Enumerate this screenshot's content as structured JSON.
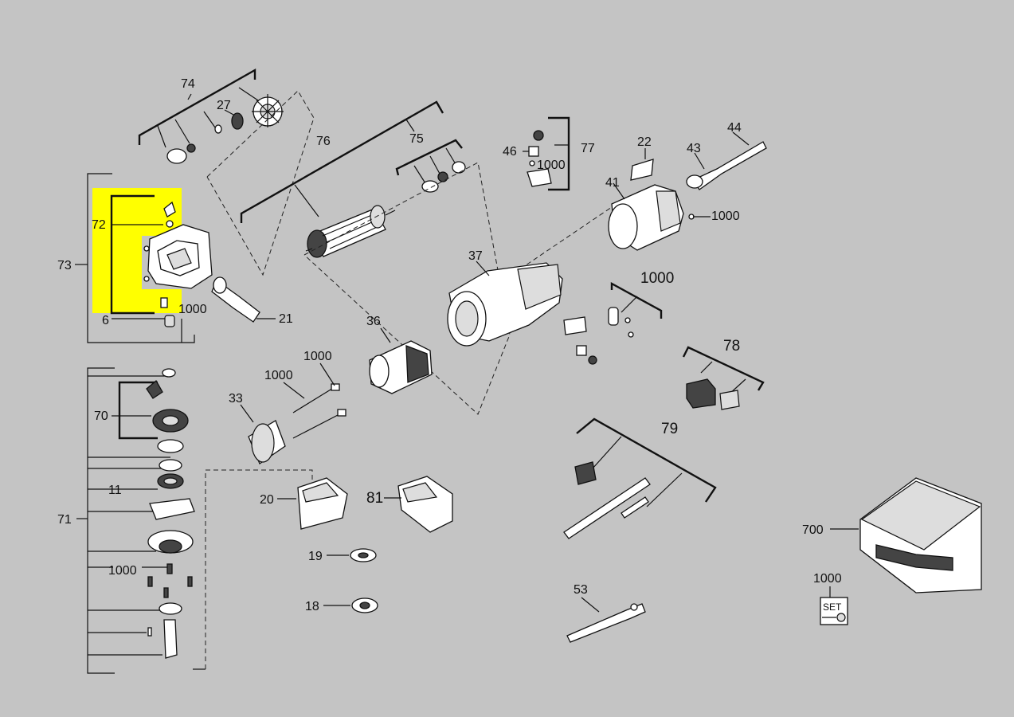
{
  "highlight_color": "#ffff00",
  "background_color": "#c4c4c4",
  "labels": {
    "p74": "74",
    "p27": "27",
    "p76": "76",
    "p75": "75",
    "p77": "77",
    "p46": "46",
    "p1000_brush": "1000",
    "p22": "22",
    "p44": "44",
    "p43": "43",
    "p41": "41",
    "p1000_rear": "1000",
    "p73": "73",
    "p72": "72",
    "p1000_head": "1000",
    "p6": "6",
    "p21": "21",
    "p37": "37",
    "p1000_switch": "1000",
    "p36": "36",
    "p1000_stator_a": "1000",
    "p1000_stator_b": "1000",
    "p33": "33",
    "p78": "78",
    "p70": "70",
    "p11": "11",
    "p71": "71",
    "p1000_gear": "1000",
    "p20": "20",
    "p81": "81",
    "p79": "79",
    "p19": "19",
    "p18": "18",
    "p53": "53",
    "p700": "700",
    "p1000_set": "1000",
    "set_box": "SET"
  }
}
